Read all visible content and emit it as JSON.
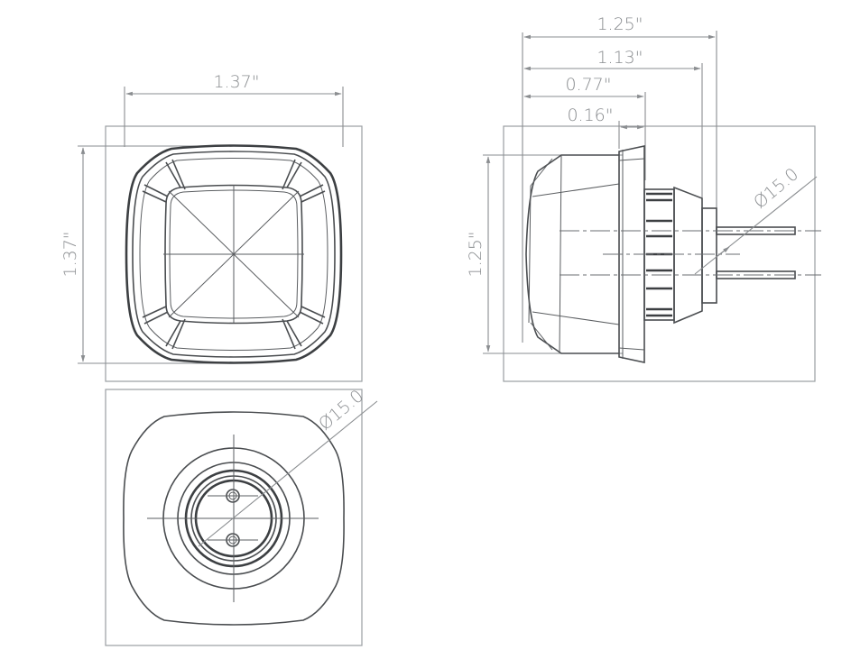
{
  "drawing": {
    "type": "technical-dimension-drawing",
    "units": "inches",
    "line_color": "#4a4d50",
    "dimension_color": "#8a8d90",
    "views": {
      "front_view": {
        "width_label": "1.37\"",
        "height_label": "1.37\""
      },
      "bottom_view": {
        "diameter_label": "Ø15.0"
      },
      "side_view": {
        "overall_length_label": "1.25\"",
        "length_to_step_label": "1.13\"",
        "length_to_flange_label": "0.77\"",
        "flange_thickness_label": "0.16\"",
        "height_label": "1.25\"",
        "diameter_label": "Ø15.0"
      }
    }
  }
}
